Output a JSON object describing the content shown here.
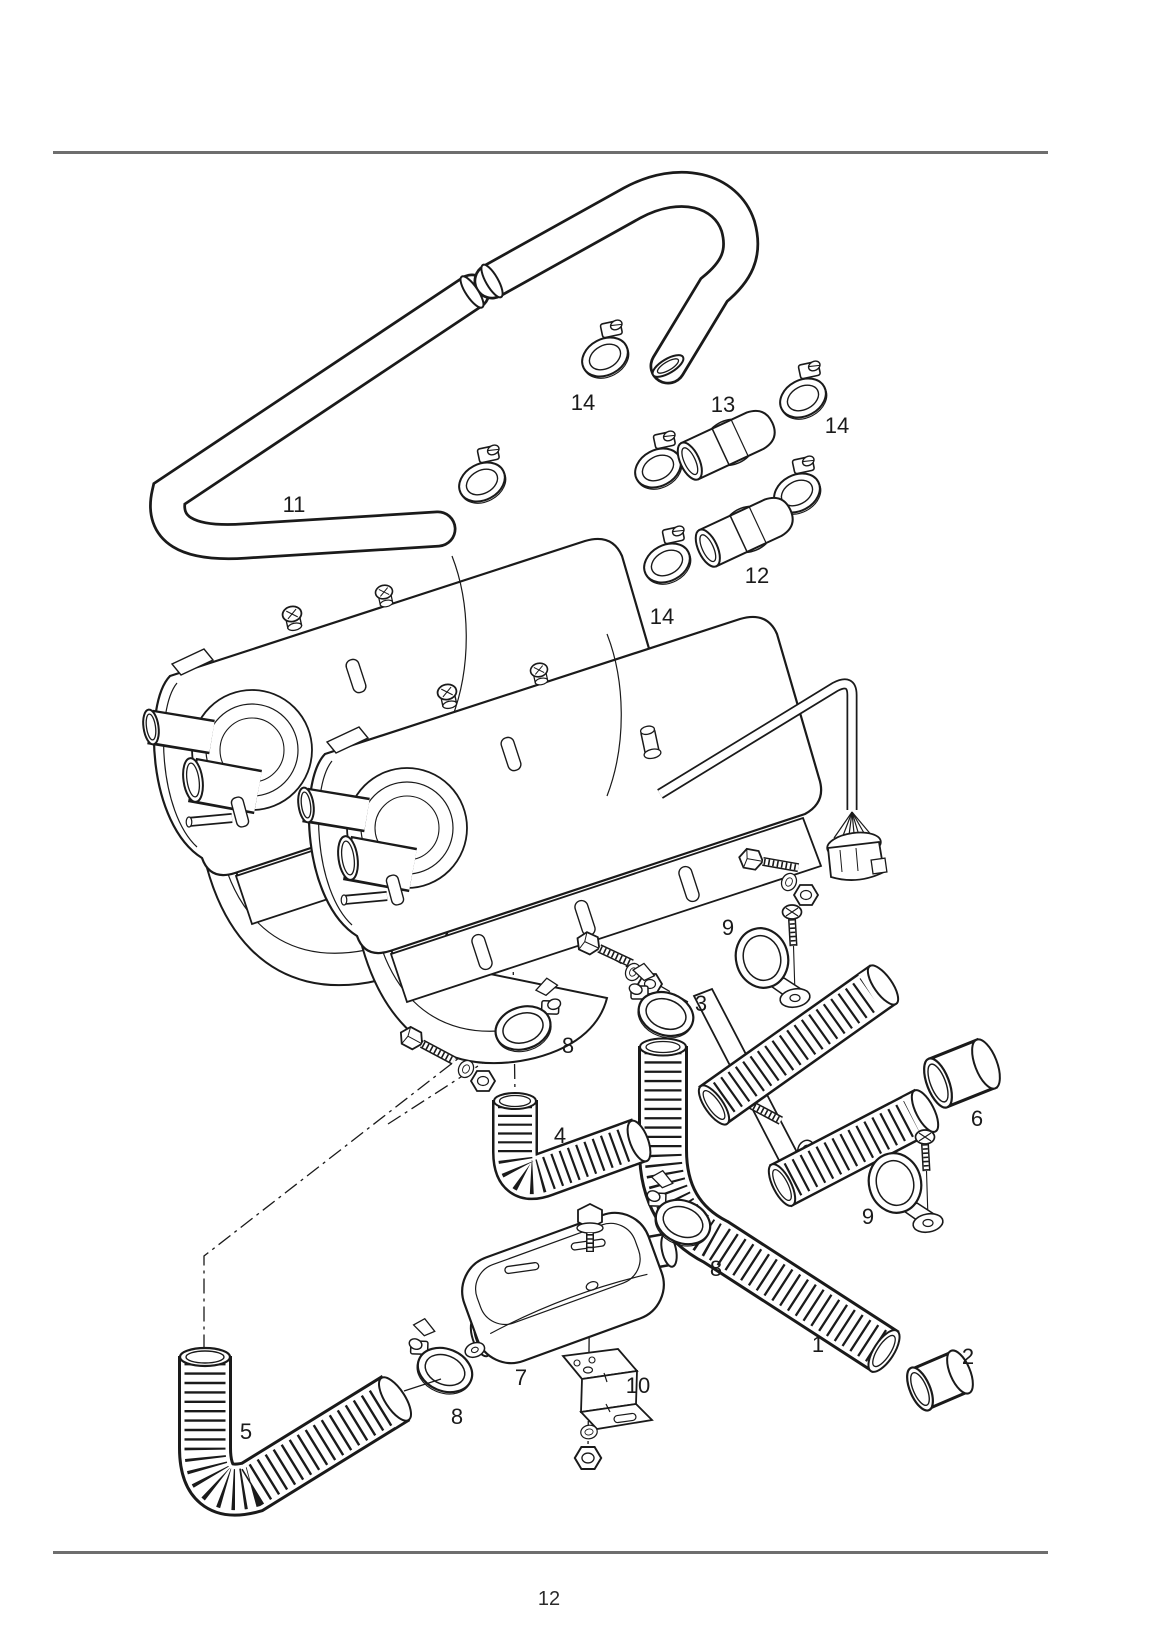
{
  "page": {
    "number": "12"
  },
  "figure": {
    "callouts": {
      "c14a": "14",
      "c13": "13",
      "c14b": "14",
      "c11": "11",
      "c12": "12",
      "c14c": "14",
      "c9a": "9",
      "c3": "3",
      "c8a": "8",
      "c6": "6",
      "c4": "4",
      "c9b": "9",
      "c8c": "8",
      "c1": "1",
      "c2": "2",
      "c7": "7",
      "c10": "10",
      "c8b": "8",
      "c5": "5"
    }
  },
  "colors": {
    "ink": "#1a1a1a",
    "rule": "#6e6e6e",
    "paper": "#ffffff"
  }
}
